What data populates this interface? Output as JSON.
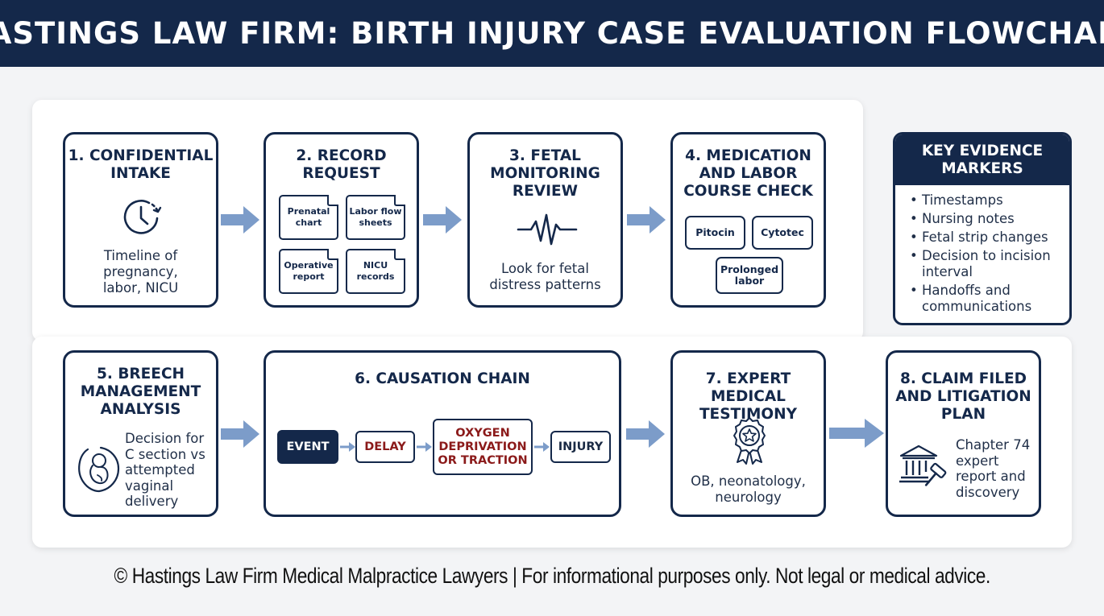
{
  "header": {
    "title": "HASTINGS LAW FIRM: BIRTH INJURY CASE EVALUATION FLOWCHART"
  },
  "steps": {
    "s1": {
      "title": "1. CONFIDENTIAL\nINTAKE",
      "icon": "clock-icon",
      "body": "Timeline of\npregnancy,\nlabor, NICU"
    },
    "s2": {
      "title": "2. RECORD\nREQUEST",
      "docs": [
        "Prenatal\nchart",
        "Labor flow\nsheets",
        "Operative\nreport",
        "NICU\nrecords"
      ]
    },
    "s3": {
      "title": "3. FETAL\nMONITORING\nREVIEW",
      "icon": "heartbeat-icon",
      "body": "Look for fetal\ndistress patterns"
    },
    "s4": {
      "title": "4. MEDICATION\nAND LABOR\nCOURSE CHECK",
      "tags": [
        "Pitocin",
        "Cytotec",
        "Prolonged\nlabor"
      ]
    },
    "s5": {
      "title": "5. BREECH\nMANAGEMENT\nANALYSIS",
      "icon": "fetus-icon",
      "body": "Decision for\nC section vs\nattempted\nvaginal\ndelivery"
    },
    "s6": {
      "title": "6. CAUSATION CHAIN",
      "chain": [
        "EVENT",
        "DELAY",
        "OXYGEN\nDEPRIVATION\nOR TRACTION",
        "INJURY"
      ]
    },
    "s7": {
      "title": "7. EXPERT MEDICAL\nTESTIMONY",
      "icon": "award-badge-icon",
      "body": "OB, neonatology,\nneurology"
    },
    "s8": {
      "title": "8. CLAIM FILED\nAND LITIGATION\nPLAN",
      "icon": "courthouse-gavel-icon",
      "body": "Chapter 74\nexpert\nreport and\ndiscovery"
    }
  },
  "key_evidence": {
    "title": "KEY EVIDENCE\nMARKERS",
    "items": [
      "Timestamps",
      "Nursing notes",
      "Fetal strip changes",
      "Decision to incision\ninterval",
      "Handoffs and\ncommunications"
    ]
  },
  "colors": {
    "navy": "#14284a",
    "arrow": "#7c9cc9",
    "accent_red": "#8b1a1a"
  },
  "footer": {
    "text": "© Hastings Law Firm Medical Malpractice Lawyers | For informational purposes only. Not legal or medical advice."
  }
}
